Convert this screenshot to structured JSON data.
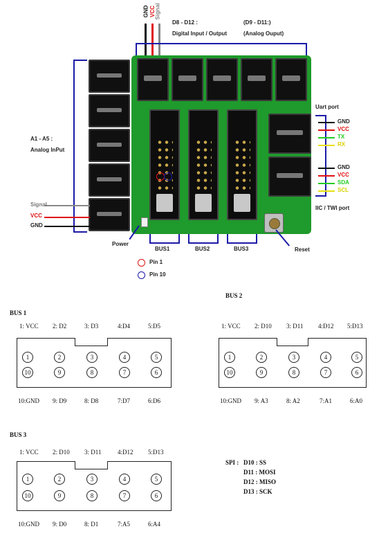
{
  "board": {
    "top_signal_labels": [
      "GND",
      "VCC",
      "Signal"
    ],
    "digital_title": "D8 - D12 :",
    "digital_subtitle": "Digital Input / Output",
    "analog_out_title": "(D9 - D11:)",
    "analog_out_subtitle": "(Analog Ouput)",
    "analog_in_title": "A1 - A5 :",
    "analog_in_subtitle": "Analog InPut",
    "left_legend": [
      "Signal",
      "VCC",
      "GND"
    ],
    "uart_title": "Uart port",
    "uart_lines": [
      "GND",
      "VCC",
      "TX",
      "RX"
    ],
    "i2c_lines": [
      "GND",
      "VCC",
      "SDA",
      "SCL"
    ],
    "i2c_title": "IIC / TWI port",
    "power_label": "Power",
    "reset_label": "Reset",
    "bus_labels": [
      "BUS1",
      "BUS2",
      "BUS3"
    ],
    "pin_legend": [
      "Pin 1",
      "Pin 10"
    ],
    "colors": {
      "gnd": "#111111",
      "vcc": "#e01010",
      "signal": "#888888",
      "tx": "#22cc22",
      "rx": "#e8e010",
      "bracket": "#1a1aa8",
      "pcb": "#1f9a2c"
    }
  },
  "bus1": {
    "title": "BUS 1",
    "top": [
      "1: VCC",
      "2: D2",
      "3: D3",
      "4:D4",
      "5:D5"
    ],
    "bottom": [
      "10:GND",
      "9: D9",
      "8: D8",
      "7:D7",
      "6:D6"
    ],
    "row1": [
      "1",
      "2",
      "3",
      "4",
      "5"
    ],
    "row2": [
      "10",
      "9",
      "8",
      "7",
      "6"
    ]
  },
  "bus2": {
    "title": "BUS 2",
    "top": [
      "1: VCC",
      "2: D10",
      "3: D11",
      "4:D12",
      "5:D13"
    ],
    "bottom": [
      "10:GND",
      "9: A3",
      "8: A2",
      "7:A1",
      "6:A0"
    ],
    "row1": [
      "1",
      "2",
      "3",
      "4",
      "5"
    ],
    "row2": [
      "10",
      "9",
      "8",
      "7",
      "6"
    ]
  },
  "bus3": {
    "title": "BUS 3",
    "top": [
      "1: VCC",
      "2: D10",
      "3: D11",
      "4:D12",
      "5:D13"
    ],
    "bottom": [
      "10:GND",
      "9: D0",
      "8: D1",
      "7:A5",
      "6:A4"
    ],
    "row1": [
      "1",
      "2",
      "3",
      "4",
      "5"
    ],
    "row2": [
      "10",
      "9",
      "8",
      "7",
      "6"
    ]
  },
  "spi": {
    "prefix": "SPI :",
    "lines": [
      "D10 : SS",
      "D11 : MOSI",
      "D12 : MISO",
      "D13 : SCK"
    ]
  }
}
